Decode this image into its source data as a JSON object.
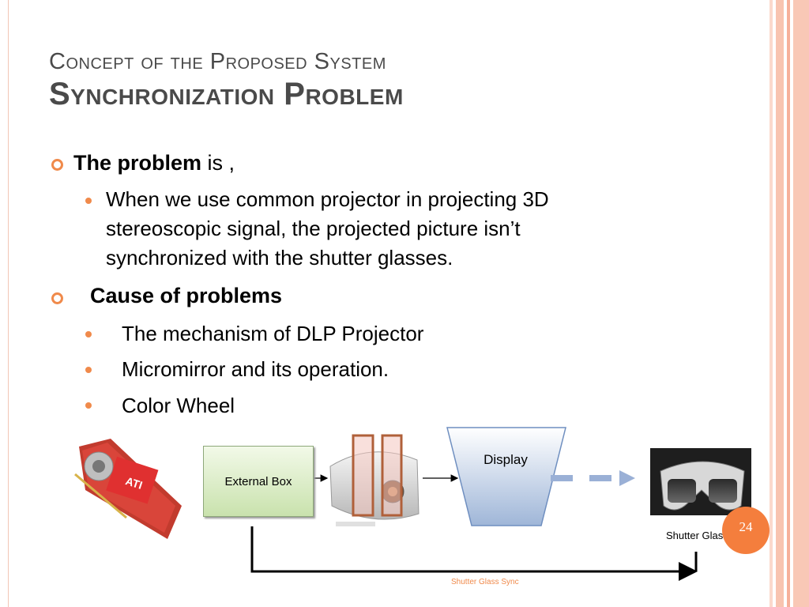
{
  "slide": {
    "title_line1": "Concept of the Proposed System",
    "title_line2": "Synchronization Problem",
    "page_number": "24"
  },
  "bullets": {
    "problem": {
      "bold": "The problem",
      "rest": " is ,",
      "sub": [
        "When we use common projector in projecting 3D",
        "stereoscopic signal, the projected picture isn’t",
        "synchronized with the shutter glasses."
      ]
    },
    "cause": {
      "bold": "Cause of problems",
      "sub": [
        "The mechanism of DLP Projector",
        "Micromirror and its operation.",
        "Color Wheel"
      ]
    }
  },
  "diagram": {
    "external_box": "External Box",
    "display": "Display",
    "shutter_glass": "Shutter Glass",
    "sync_label": "Shutter Glass Sync"
  },
  "colors": {
    "accent": "#f08a4b",
    "title": "#4a4a4a",
    "stripe": "#f6b8a1"
  }
}
